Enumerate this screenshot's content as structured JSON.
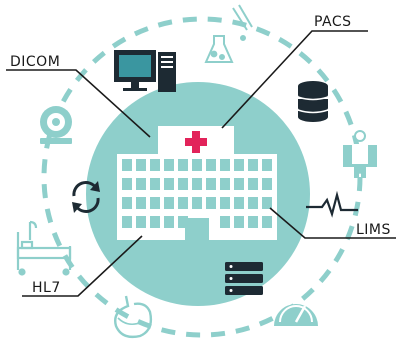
{
  "labels": {
    "dicom": "DICOM",
    "pacs": "PACS",
    "lims": "LIMS",
    "hl7": "HL7"
  },
  "colors": {
    "teal": "#8ecfcb",
    "dark_teal": "#2f7c7d",
    "icon_dark": "#1d2a33",
    "cross_red": "#e2235a",
    "line": "#1a1a1a"
  },
  "icons": [
    "lab-flask-icon",
    "computer-icon",
    "database-icon",
    "xray-person-icon",
    "ecg-pulse-icon",
    "server-rack-icon",
    "gauge-icon",
    "stomach-icon",
    "hospital-bed-icon",
    "scanner-icon",
    "sync-icon",
    "hospital-building"
  ]
}
